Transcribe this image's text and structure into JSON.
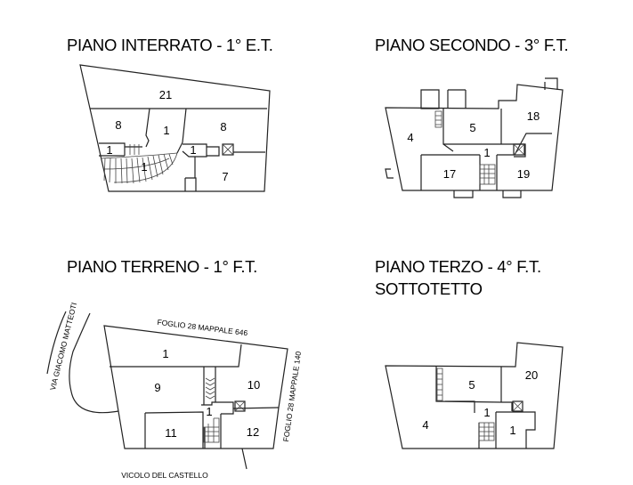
{
  "plans": [
    {
      "title": "PIANO INTERRATO - 1° E.T.",
      "rooms": [
        "21",
        "8",
        "1",
        "8",
        "1",
        "1",
        "1",
        "7"
      ]
    },
    {
      "title": "PIANO SECONDO - 3° F.T.",
      "rooms": [
        "4",
        "5",
        "18",
        "1",
        "17",
        "19"
      ]
    },
    {
      "title": "PIANO TERRENO - 1° F.T.",
      "rooms": [
        "1",
        "9",
        "10",
        "1",
        "11",
        "12"
      ],
      "streets": [
        "FOGLIO 28 MAPPALE 646",
        "VIA GIACOMO MATTEOTI",
        "FOGLIO 28 MAPPALE 140",
        "VICOLO DEL CASTELLO"
      ]
    },
    {
      "title": "PIANO TERZO - 4° F.T.",
      "subtitle": "SOTTOTETTO",
      "rooms": [
        "20",
        "5",
        "1",
        "4",
        "1"
      ]
    }
  ]
}
